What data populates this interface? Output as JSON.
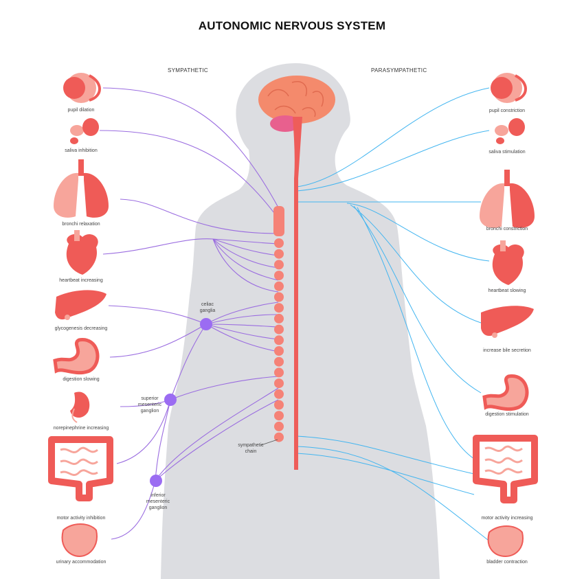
{
  "title": "AUTONOMIC NERVOUS SYSTEM",
  "sympathetic": {
    "label": "SYMPATHETIC",
    "items": [
      "pupil dilation",
      "saliva inhibition",
      "bronchi relaxation",
      "heartbeat increasing",
      "glycogenesis decreasing",
      "digestion slowing",
      "norepinephrine increasing",
      "motor activity inhibition",
      "urinary accommodation"
    ]
  },
  "parasympathetic": {
    "label": "PARASYMPATHETIC",
    "items": [
      "pupil constriction",
      "saliva stimulation",
      "bronchi constriction",
      "heartbeat slowing",
      "increase bile secretion",
      "digestion stimulation",
      "motor activity increasing",
      "bladder contraction"
    ]
  },
  "ganglia": {
    "celiac": [
      "celiac",
      "ganglia"
    ],
    "superior": [
      "superior",
      "mesenteric",
      "ganglion"
    ],
    "inferior": [
      "inferior",
      "mesenteric",
      "ganglion"
    ],
    "chain": [
      "sympathetic",
      "chain"
    ]
  },
  "colors": {
    "organ": "#ef5b57",
    "organ_light": "#f7a59b",
    "spine": "#ee5d5a",
    "vertebra": "#f58277",
    "brain": "#f48a6c",
    "sympathetic_nerve": "#9a6ce0",
    "ganglion": "#9b6cf2",
    "parasympathetic_nerve": "#42b5f0",
    "silhouette": "#dcdde1"
  }
}
